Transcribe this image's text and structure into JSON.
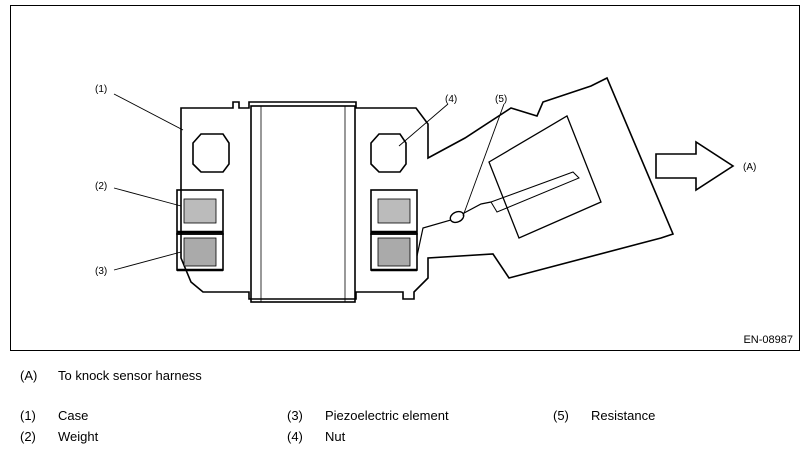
{
  "figure": {
    "code": "EN-08987",
    "callouts": [
      "(1)",
      "(2)",
      "(3)",
      "(4)",
      "(5)"
    ],
    "arrow_label": "(A)"
  },
  "legend": {
    "arrow": {
      "key": "(A)",
      "text": "To knock sensor harness"
    },
    "items": [
      {
        "key": "(1)",
        "text": "Case"
      },
      {
        "key": "(2)",
        "text": "Weight"
      },
      {
        "key": "(3)",
        "text": "Piezoelectric element"
      },
      {
        "key": "(4)",
        "text": "Nut"
      },
      {
        "key": "(5)",
        "text": "Resistance"
      }
    ]
  }
}
